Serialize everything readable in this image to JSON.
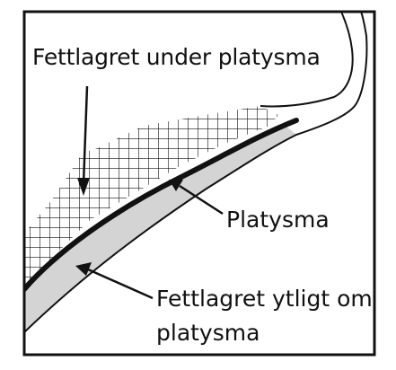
{
  "labels": {
    "fat_under": "Fettlagret under platysma",
    "platysma": "Platysma",
    "fat_ytligt_line1": "Fettlagret ytligt om",
    "fat_ytligt_line2": "platysma"
  },
  "colors": {
    "outline": "#111111",
    "fat_layer_fill": "#d4d4d4",
    "grid_lines": "#111111",
    "background": "#ffffff"
  }
}
